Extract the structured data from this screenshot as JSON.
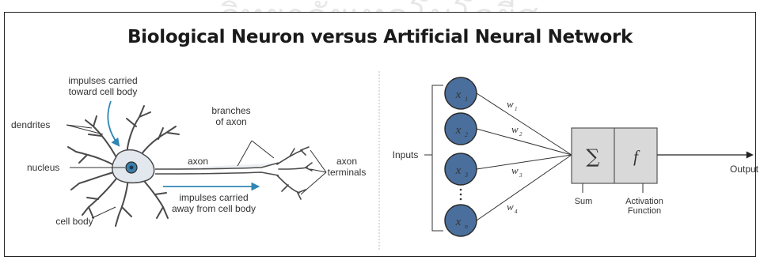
{
  "title": "Biological Neuron versus Artificial Neural Network",
  "watermark": "วิทยาลัยเทคโนโลยีสุ",
  "neuron": {
    "impulses_toward_1": "impulses carried",
    "impulses_toward_2": "toward cell body",
    "dendrites": "dendrites",
    "branches_1": "branches",
    "branches_2": "of axon",
    "axon": "axon",
    "axon_terminals_1": "axon",
    "axon_terminals_2": "terminals",
    "nucleus": "nucleus",
    "impulses_away_1": "impulses carried",
    "impulses_away_2": "away from cell body",
    "cell_body": "cell body"
  },
  "network": {
    "inputs_label": "Inputs",
    "inputs": [
      {
        "var": "x",
        "sub": "1"
      },
      {
        "var": "x",
        "sub": "2"
      },
      {
        "var": "x",
        "sub": "3"
      },
      {
        "var": "x",
        "sub": "n"
      }
    ],
    "weights": [
      {
        "var": "w",
        "sub": "1"
      },
      {
        "var": "w",
        "sub": "2"
      },
      {
        "var": "w",
        "sub": "3"
      },
      {
        "var": "w",
        "sub": "4"
      }
    ],
    "sum_symbol": "∑",
    "activation_symbol": "f",
    "sum_label": "Sum",
    "activation_label_1": "Activation",
    "activation_label_2": "Function",
    "output_label": "Output"
  },
  "colors": {
    "input_node": "#4a6f9c",
    "input_node_stroke": "#2b2b2b",
    "box_fill": "#d9d9d9",
    "neuron_fill": "#e6eaee",
    "arrow_blue": "#2f86b5"
  }
}
